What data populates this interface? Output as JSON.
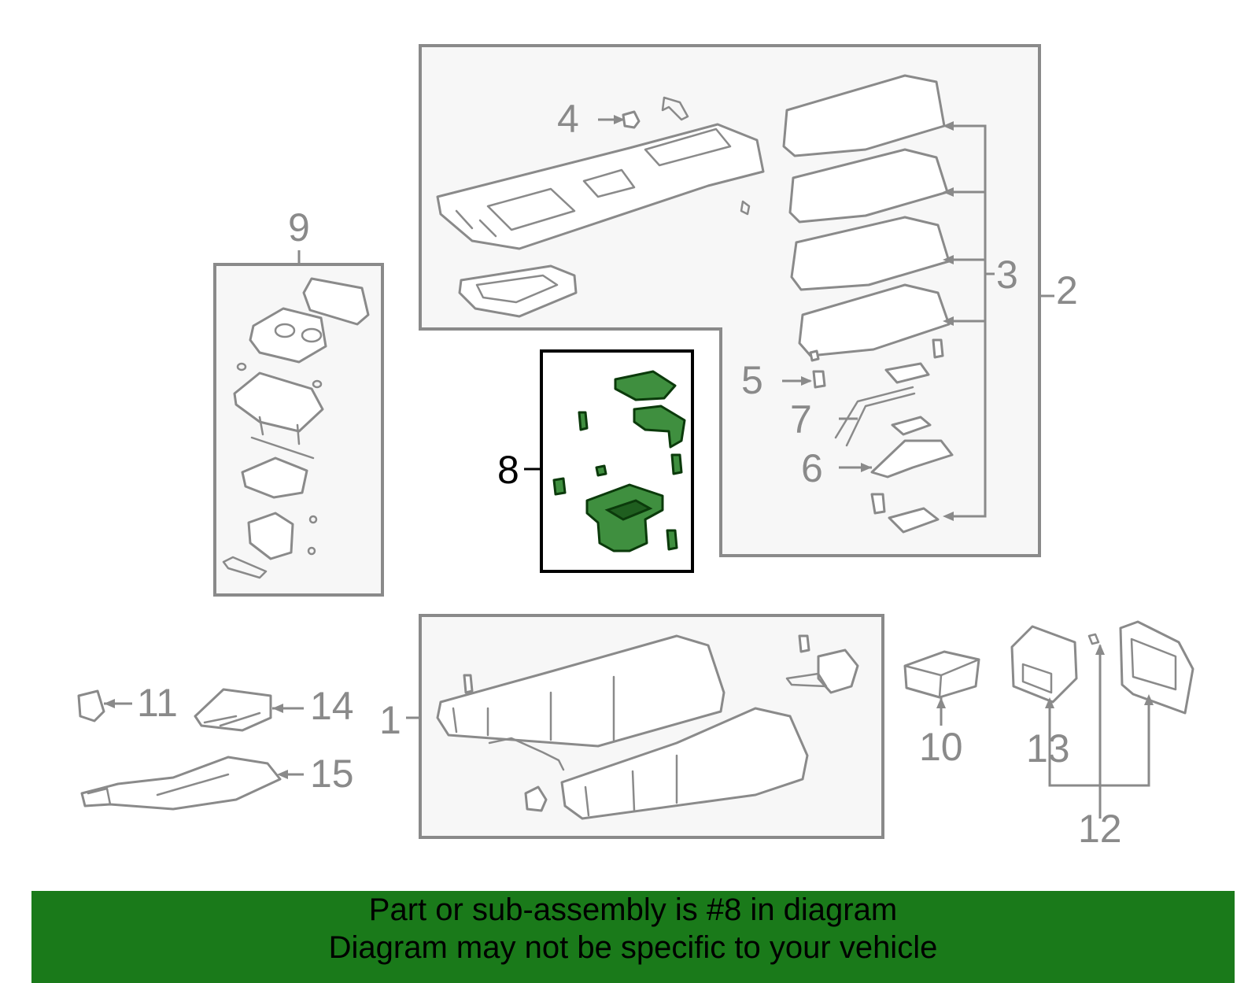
{
  "colors": {
    "highlight_part": "#3f8f3f",
    "line_gray": "#8a8a8a",
    "banner_background": "#1a7a1a",
    "banner_text": "#000000"
  },
  "callouts": {
    "c1": "1",
    "c2": "2",
    "c3": "3",
    "c4": "4",
    "c5": "5",
    "c6": "6",
    "c7": "7",
    "c8": "8",
    "c9": "9",
    "c10": "10",
    "c11": "11",
    "c12": "12",
    "c13": "13",
    "c14": "14",
    "c15": "15"
  },
  "highlighted_part": "8",
  "banner": {
    "line1": "Part or sub-assembly is #8 in diagram",
    "line2": "Diagram may not be specific to your vehicle"
  }
}
